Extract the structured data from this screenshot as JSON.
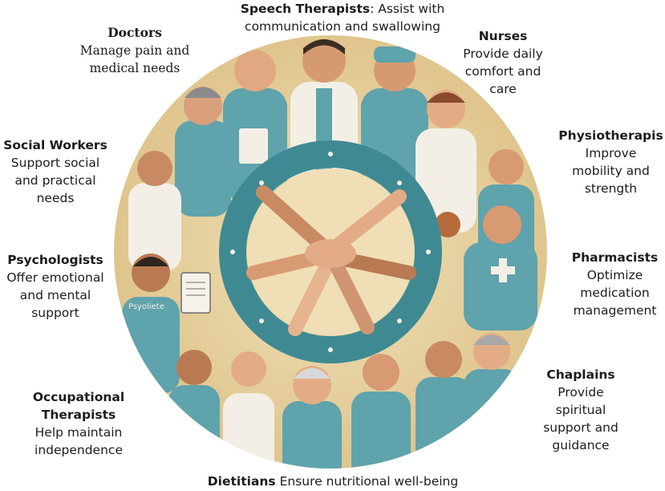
{
  "roles": {
    "speech": {
      "name": "Speech Therapists",
      "desc_inline": ": Assist with",
      "desc": "communication and swallowing"
    },
    "doctors": {
      "name": "Doctors",
      "desc": [
        "Manage pain and",
        "medical needs"
      ]
    },
    "nurses": {
      "name": "Nurses",
      "desc": [
        "Provide daily",
        "comfort and",
        "care"
      ]
    },
    "social": {
      "name": "Social Workers",
      "desc": [
        "Support social",
        "and practical",
        "needs"
      ]
    },
    "physio": {
      "name": "Physiotherapis",
      "desc": [
        "Improve",
        "mobility and",
        "strength"
      ]
    },
    "psych": {
      "name": "Psychologists",
      "desc": [
        "Offer emotional",
        "and mental",
        "support"
      ]
    },
    "pharm": {
      "name": "Pharmacists",
      "desc": [
        "Optimize",
        "medication",
        "management"
      ]
    },
    "occ": {
      "name": [
        "Occupational",
        "Therapists"
      ],
      "desc": [
        "Help maintain",
        "independence"
      ]
    },
    "chaplains": {
      "name": "Chaplains",
      "desc": [
        "Provide",
        "spiritual",
        "support and",
        "guidance"
      ]
    },
    "dietitians": {
      "name": "Dietitians",
      "desc_inline": "Ensure nutritional well-being"
    }
  },
  "illustration": {
    "scrub_color": "#5fa3ac",
    "ring_color": "#3f8a92",
    "background_color": "#ead7a8",
    "coat_color": "#f3efe6",
    "skin_color": "#e3ac86",
    "badge_text": "Psyoliete"
  }
}
